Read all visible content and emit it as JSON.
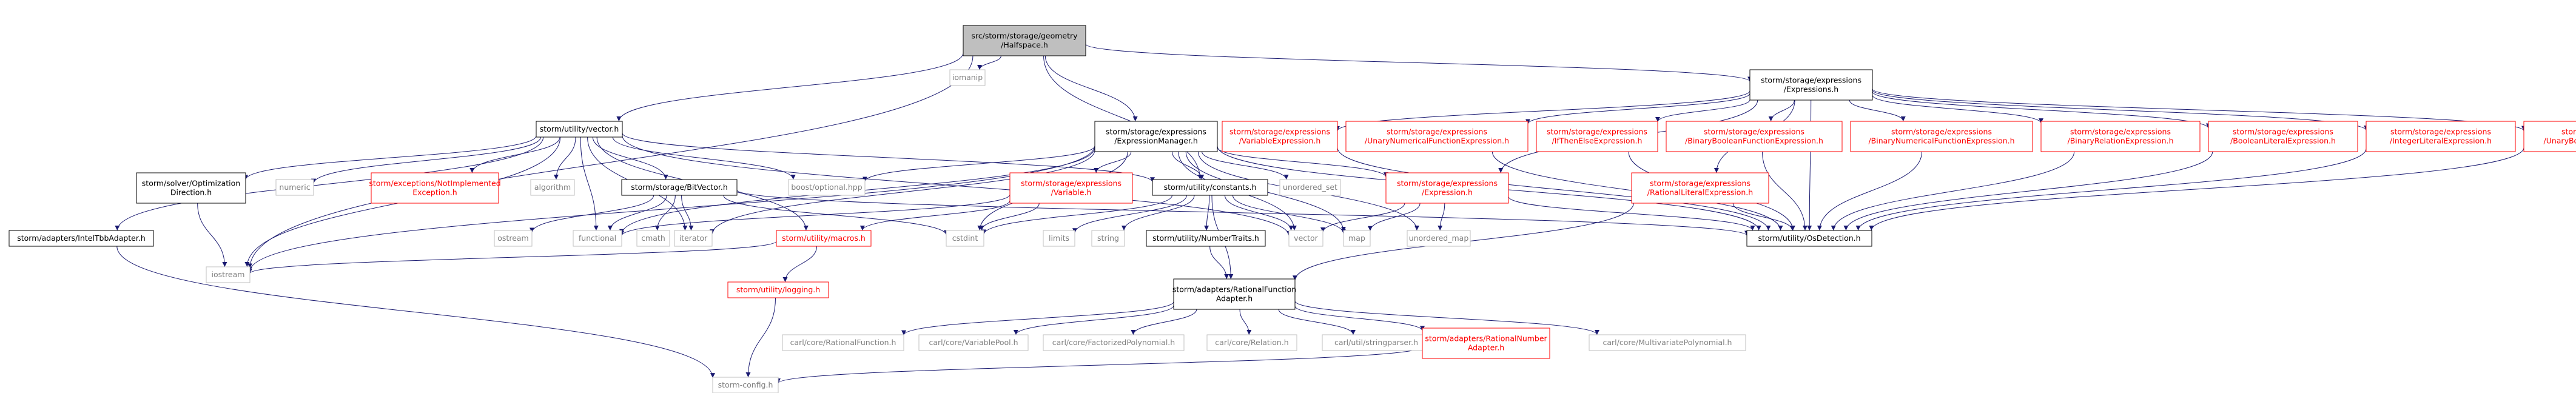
{
  "graph": {
    "colors": {
      "edge": "#191970",
      "root_fill": "#bfbfbf",
      "doc_border": "#000000",
      "missing_border": "#bfbfbf",
      "missing_text": "#7f7f7f",
      "red_border": "#ff0000",
      "red_text": "#ff0000",
      "text": "#000000"
    },
    "nodes": [
      {
        "id": "root",
        "lines": [
          "src/storm/storage/geometry",
          "/Halfspace.h"
        ],
        "style": "root"
      },
      {
        "id": "iomanip",
        "lines": [
          "iomanip"
        ],
        "style": "missing"
      },
      {
        "id": "expressions_h",
        "lines": [
          "storm/storage/expressions",
          "/Expressions.h"
        ],
        "style": "doc"
      },
      {
        "id": "vector_h",
        "lines": [
          "storm/utility/vector.h"
        ],
        "style": "doc"
      },
      {
        "id": "exprmgr",
        "lines": [
          "storm/storage/expressions",
          "/ExpressionManager.h"
        ],
        "style": "doc"
      },
      {
        "id": "varexpr",
        "lines": [
          "storm/storage/expressions",
          "/VariableExpression.h"
        ],
        "style": "red"
      },
      {
        "id": "unnumfn",
        "lines": [
          "storm/storage/expressions",
          "/UnaryNumericalFunctionExpression.h"
        ],
        "style": "red"
      },
      {
        "id": "ite",
        "lines": [
          "storm/storage/expressions",
          "/IfThenElseExpression.h"
        ],
        "style": "red"
      },
      {
        "id": "binbool",
        "lines": [
          "storm/storage/expressions",
          "/BinaryBooleanFunctionExpression.h"
        ],
        "style": "red"
      },
      {
        "id": "binnum",
        "lines": [
          "storm/storage/expressions",
          "/BinaryNumericalFunctionExpression.h"
        ],
        "style": "red"
      },
      {
        "id": "binrel",
        "lines": [
          "storm/storage/expressions",
          "/BinaryRelationExpression.h"
        ],
        "style": "red"
      },
      {
        "id": "boollit",
        "lines": [
          "storm/storage/expressions",
          "/BooleanLiteralExpression.h"
        ],
        "style": "red"
      },
      {
        "id": "intlit",
        "lines": [
          "storm/storage/expressions",
          "/IntegerLiteralExpression.h"
        ],
        "style": "red"
      },
      {
        "id": "unbool",
        "lines": [
          "storm/storage/expressions",
          "/UnaryBooleanFunctionExpression.h"
        ],
        "style": "red"
      },
      {
        "id": "solver",
        "lines": [
          "storm/solver/Optimization",
          "Direction.h"
        ],
        "style": "doc"
      },
      {
        "id": "numeric",
        "lines": [
          "numeric"
        ],
        "style": "missing"
      },
      {
        "id": "notimpl",
        "lines": [
          "storm/exceptions/NotImplemented",
          "Exception.h"
        ],
        "style": "red"
      },
      {
        "id": "algorithm",
        "lines": [
          "algorithm"
        ],
        "style": "missing"
      },
      {
        "id": "bitvector",
        "lines": [
          "storm/storage/BitVector.h"
        ],
        "style": "doc"
      },
      {
        "id": "boostopt",
        "lines": [
          "boost/optional.hpp"
        ],
        "style": "missing"
      },
      {
        "id": "variable",
        "lines": [
          "storm/storage/expressions",
          "/Variable.h"
        ],
        "style": "red"
      },
      {
        "id": "constants",
        "lines": [
          "storm/utility/constants.h"
        ],
        "style": "doc"
      },
      {
        "id": "unordered_set",
        "lines": [
          "unordered_set"
        ],
        "style": "missing"
      },
      {
        "id": "expression_h",
        "lines": [
          "storm/storage/expressions",
          "/Expression.h"
        ],
        "style": "red"
      },
      {
        "id": "ratlit",
        "lines": [
          "storm/storage/expressions",
          "/RationalLiteralExpression.h"
        ],
        "style": "red"
      },
      {
        "id": "intelTbb",
        "lines": [
          "storm/adapters/IntelTbbAdapter.h"
        ],
        "style": "doc"
      },
      {
        "id": "ostream",
        "lines": [
          "ostream"
        ],
        "style": "missing"
      },
      {
        "id": "functional",
        "lines": [
          "functional"
        ],
        "style": "missing"
      },
      {
        "id": "cmath",
        "lines": [
          "cmath"
        ],
        "style": "missing"
      },
      {
        "id": "iterator",
        "lines": [
          "iterator"
        ],
        "style": "missing"
      },
      {
        "id": "macros",
        "lines": [
          "storm/utility/macros.h"
        ],
        "style": "red"
      },
      {
        "id": "cstdint",
        "lines": [
          "cstdint"
        ],
        "style": "missing"
      },
      {
        "id": "limits",
        "lines": [
          "limits"
        ],
        "style": "missing"
      },
      {
        "id": "string",
        "lines": [
          "string"
        ],
        "style": "missing"
      },
      {
        "id": "numtraits",
        "lines": [
          "storm/utility/NumberTraits.h"
        ],
        "style": "doc"
      },
      {
        "id": "vector",
        "lines": [
          "vector"
        ],
        "style": "missing"
      },
      {
        "id": "map",
        "lines": [
          "map"
        ],
        "style": "missing"
      },
      {
        "id": "unordered_map",
        "lines": [
          "unordered_map"
        ],
        "style": "missing"
      },
      {
        "id": "osdetect",
        "lines": [
          "storm/utility/OsDetection.h"
        ],
        "style": "doc"
      },
      {
        "id": "iostream",
        "lines": [
          "iostream"
        ],
        "style": "missing"
      },
      {
        "id": "logging",
        "lines": [
          "storm/utility/logging.h"
        ],
        "style": "red"
      },
      {
        "id": "ratfn",
        "lines": [
          "storm/adapters/RationalFunction",
          "Adapter.h"
        ],
        "style": "doc"
      },
      {
        "id": "carlratfn",
        "lines": [
          "carl/core/RationalFunction.h"
        ],
        "style": "missing"
      },
      {
        "id": "carlvarpool",
        "lines": [
          "carl/core/VariablePool.h"
        ],
        "style": "missing"
      },
      {
        "id": "carlfactpoly",
        "lines": [
          "carl/core/FactorizedPolynomial.h"
        ],
        "style": "missing"
      },
      {
        "id": "carlrel",
        "lines": [
          "carl/core/Relation.h"
        ],
        "style": "missing"
      },
      {
        "id": "carlstrparse",
        "lines": [
          "carl/util/stringparser.h"
        ],
        "style": "missing"
      },
      {
        "id": "ratnum",
        "lines": [
          "storm/adapters/RationalNumber",
          "Adapter.h"
        ],
        "style": "red"
      },
      {
        "id": "carlmultipoly",
        "lines": [
          "carl/core/MultivariatePolynomial.h"
        ],
        "style": "missing"
      },
      {
        "id": "stormconfig",
        "lines": [
          "storm-config.h"
        ],
        "style": "missing"
      }
    ],
    "edges": [
      [
        "root",
        "iomanip"
      ],
      [
        "root",
        "expressions_h"
      ],
      [
        "root",
        "vector_h"
      ],
      [
        "root",
        "exprmgr"
      ],
      [
        "root",
        "constants"
      ],
      [
        "root",
        "iostream"
      ],
      [
        "expressions_h",
        "varexpr"
      ],
      [
        "expressions_h",
        "unnumfn"
      ],
      [
        "expressions_h",
        "ite"
      ],
      [
        "expressions_h",
        "binbool"
      ],
      [
        "expressions_h",
        "binnum"
      ],
      [
        "expressions_h",
        "binrel"
      ],
      [
        "expressions_h",
        "boollit"
      ],
      [
        "expressions_h",
        "intlit"
      ],
      [
        "expressions_h",
        "unbool"
      ],
      [
        "expressions_h",
        "expression_h"
      ],
      [
        "expressions_h",
        "ratlit"
      ],
      [
        "expressions_h",
        "osdetect"
      ],
      [
        "varexpr",
        "osdetect"
      ],
      [
        "unnumfn",
        "osdetect"
      ],
      [
        "ite",
        "osdetect"
      ],
      [
        "binbool",
        "osdetect"
      ],
      [
        "binnum",
        "osdetect"
      ],
      [
        "binrel",
        "osdetect"
      ],
      [
        "boollit",
        "osdetect"
      ],
      [
        "intlit",
        "osdetect"
      ],
      [
        "unbool",
        "osdetect"
      ],
      [
        "ratlit",
        "osdetect"
      ],
      [
        "ratlit",
        "ratfn"
      ],
      [
        "vector_h",
        "intelTbb"
      ],
      [
        "vector_h",
        "solver"
      ],
      [
        "vector_h",
        "numeric"
      ],
      [
        "vector_h",
        "notimpl"
      ],
      [
        "vector_h",
        "algorithm"
      ],
      [
        "vector_h",
        "bitvector"
      ],
      [
        "vector_h",
        "boostopt"
      ],
      [
        "vector_h",
        "constants"
      ],
      [
        "vector_h",
        "macros"
      ],
      [
        "vector_h",
        "functional"
      ],
      [
        "vector_h",
        "iostream"
      ],
      [
        "vector_h",
        "vector"
      ],
      [
        "vector_h",
        "iterator"
      ],
      [
        "exprmgr",
        "boostopt"
      ],
      [
        "exprmgr",
        "variable"
      ],
      [
        "exprmgr",
        "constants"
      ],
      [
        "exprmgr",
        "unordered_set"
      ],
      [
        "exprmgr",
        "expression_h"
      ],
      [
        "exprmgr",
        "functional"
      ],
      [
        "exprmgr",
        "iterator"
      ],
      [
        "exprmgr",
        "cstdint"
      ],
      [
        "exprmgr",
        "vector"
      ],
      [
        "exprmgr",
        "unordered_map"
      ],
      [
        "exprmgr",
        "map"
      ],
      [
        "exprmgr",
        "osdetect"
      ],
      [
        "exprmgr",
        "iostream"
      ],
      [
        "solver",
        "iostream"
      ],
      [
        "bitvector",
        "ostream"
      ],
      [
        "bitvector",
        "functional"
      ],
      [
        "bitvector",
        "cmath"
      ],
      [
        "bitvector",
        "iterator"
      ],
      [
        "bitvector",
        "cstdint"
      ],
      [
        "bitvector",
        "osdetect"
      ],
      [
        "variable",
        "macros"
      ],
      [
        "variable",
        "cstdint"
      ],
      [
        "variable",
        "functional"
      ],
      [
        "constants",
        "limits"
      ],
      [
        "constants",
        "string"
      ],
      [
        "constants",
        "numtraits"
      ],
      [
        "constants",
        "vector"
      ],
      [
        "constants",
        "map"
      ],
      [
        "constants",
        "cstdint"
      ],
      [
        "constants",
        "ratfn"
      ],
      [
        "numtraits",
        "ratfn"
      ],
      [
        "expression_h",
        "map"
      ],
      [
        "expression_h",
        "vector"
      ],
      [
        "expression_h",
        "unordered_map"
      ],
      [
        "expression_h",
        "osdetect"
      ],
      [
        "intelTbb",
        "stormconfig"
      ],
      [
        "macros",
        "iostream"
      ],
      [
        "macros",
        "logging"
      ],
      [
        "logging",
        "stormconfig"
      ],
      [
        "ratfn",
        "carlratfn"
      ],
      [
        "ratfn",
        "carlvarpool"
      ],
      [
        "ratfn",
        "carlfactpoly"
      ],
      [
        "ratfn",
        "carlrel"
      ],
      [
        "ratfn",
        "carlstrparse"
      ],
      [
        "ratfn",
        "ratnum"
      ],
      [
        "ratfn",
        "carlmultipoly"
      ],
      [
        "ratnum",
        "stormconfig"
      ]
    ]
  }
}
